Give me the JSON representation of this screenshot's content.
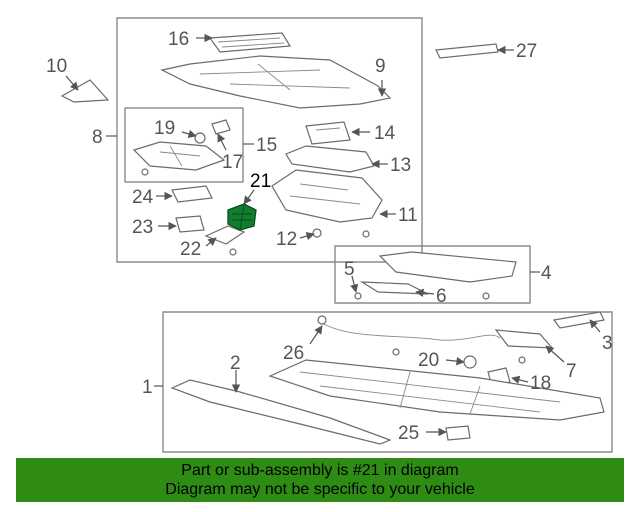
{
  "callouts": {
    "c1": "1",
    "c2": "2",
    "c3": "3",
    "c4": "4",
    "c5": "5",
    "c6": "6",
    "c7": "7",
    "c8": "8",
    "c9": "9",
    "c10": "10",
    "c11": "11",
    "c12": "12",
    "c13": "13",
    "c14": "14",
    "c15": "15",
    "c16": "16",
    "c17": "17",
    "c18": "18",
    "c19": "19",
    "c20": "20",
    "c21": "21",
    "c22": "22",
    "c23": "23",
    "c24": "24",
    "c25": "25",
    "c26": "26",
    "c27": "27"
  },
  "highlight": {
    "part": "21",
    "color": "#0f7f2f"
  },
  "banner": {
    "line1": "Part or sub-assembly is #21 in diagram",
    "line2": "Diagram may not be specific to your vehicle",
    "color": "#2e8b14"
  }
}
